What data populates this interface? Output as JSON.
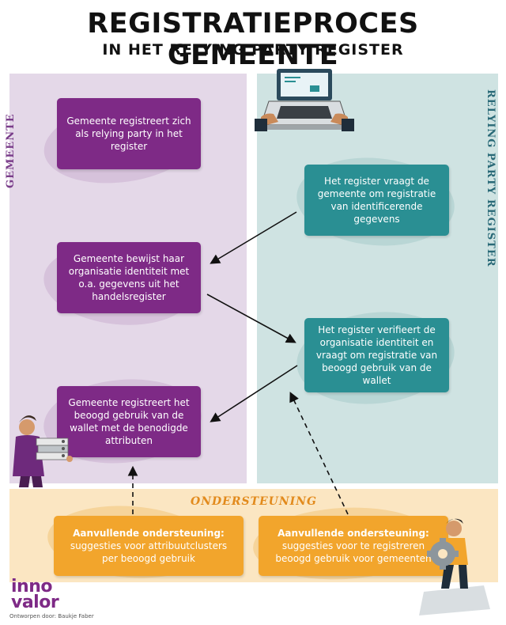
{
  "header": {
    "title": "REGISTRATIEPROCES GEMEENTE",
    "subtitle": "IN HET RELYING PARTY REGISTER"
  },
  "lanes": {
    "left": "GEMEENTE",
    "right": "RELYING PARTY REGISTER",
    "bottom": "ONDERSTEUNING"
  },
  "steps": {
    "step1": "Gemeente registreert zich als relying party in het register",
    "step2": "Het register vraagt de gemeente om registratie van identificerende gegevens",
    "step3": "Gemeente bewijst haar organisatie identiteit met o.a. gegevens uit het handelsregister",
    "step4": "Het register verifieert de organisatie identiteit en vraagt om registratie van beoogd gebruik van de wallet",
    "step5": "Gemeente registreert het beoogd gebruik van de wallet met de benodigde attributen"
  },
  "support": {
    "left_title": "Aanvullende ondersteuning:",
    "left_text": "suggesties voor attribuutclusters per beoogd gebruik",
    "right_title": "Aanvullende ondersteuning:",
    "right_text": "suggesties voor te registreren beoogd gebruik voor gemeenten"
  },
  "footer": {
    "logo_line1": "inno",
    "logo_line2": "valor",
    "credit": "Ontworpen door: Baukje Faber"
  },
  "colors": {
    "purple": "#7e2a86",
    "teal": "#2a8f93",
    "orange": "#f2a52c",
    "lane_left": "#e4d8e8",
    "lane_right": "#cfe3e2",
    "lane_bottom": "#fbe6c2"
  }
}
